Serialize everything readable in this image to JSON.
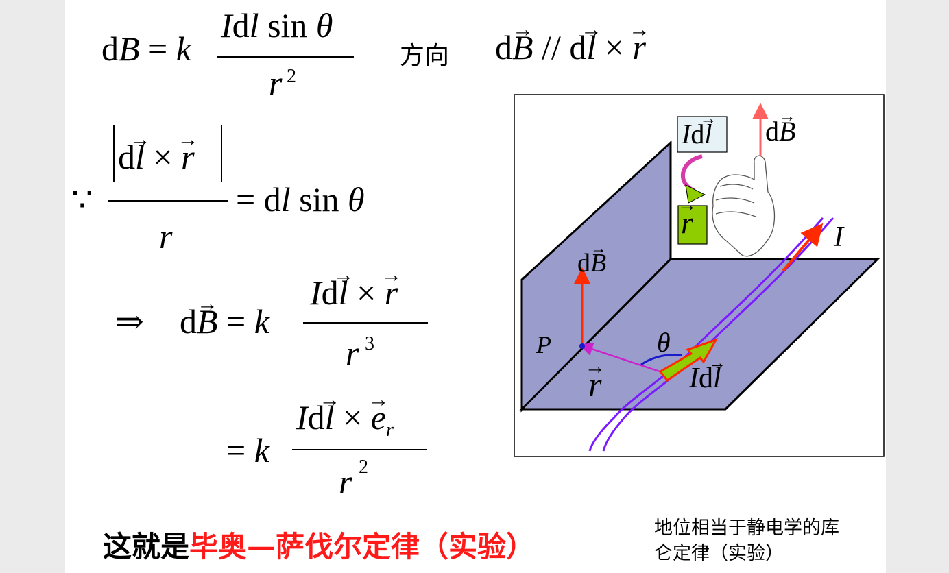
{
  "equation1": {
    "lhs": "dB = k",
    "numerator": "Idl sin θ",
    "denominator_base": "r",
    "denominator_exp": "2",
    "direction_label": "方向",
    "direction_expr": {
      "dB": "dB",
      "parallel": "//",
      "dl": "dl",
      "times": "×",
      "r": "r"
    }
  },
  "equation2": {
    "because": "∵",
    "num_dl": "dl",
    "num_times": "×",
    "num_r": "r",
    "denominator": "r",
    "rhs": "= dl sin θ"
  },
  "equation3": {
    "implies": "⇒",
    "lhs_d": "d",
    "lhs_B": "B",
    "equals_k": "= k",
    "num_I": "Id",
    "num_l": "l",
    "num_times": "×",
    "num_r": "r",
    "denominator_base": "r",
    "denominator_exp": "3"
  },
  "equation4": {
    "equals_k": "= k",
    "num_I": "Id",
    "num_l": "l",
    "num_times": "×",
    "num_e": "e",
    "num_e_sub": "r",
    "denominator_base": "r",
    "denominator_exp": "2"
  },
  "figure": {
    "idl_box_label": "Idl",
    "r_box_label": "r",
    "dB_top_label": "dB",
    "current_label": "I",
    "dB_left_label": "dB",
    "point_label": "P",
    "theta_label": "θ",
    "r_label": "r",
    "idl_label": "Idl",
    "colors": {
      "plane": "#9a9ccc",
      "wire": "#7a1aff",
      "arrow_red": "#ff2a00",
      "vector_r": "#cc22cc",
      "theta_arc": "#1a1acc",
      "green": "#8fcc00"
    }
  },
  "caption": {
    "prefix": "这就是",
    "highlight": "毕奥—萨伐尔定律（实验）"
  },
  "side_note": {
    "line1": "地位相当于静电学的库",
    "line2": "仑定律（实验）"
  }
}
